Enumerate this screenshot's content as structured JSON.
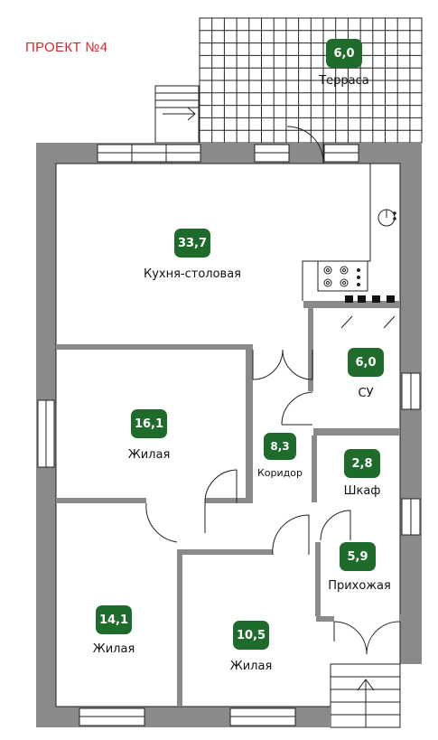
{
  "project": {
    "title": "ПРОЕКТ №4"
  },
  "colors": {
    "title": "#d9262b",
    "badge": "#1f6b2c",
    "wall": "#8a8a8a",
    "line": "#222222"
  },
  "rooms": {
    "terrace": {
      "area": "6,0",
      "name": "Терраса"
    },
    "kitchen": {
      "area": "33,7",
      "name": "Кухня-столовая"
    },
    "bath": {
      "area": "6,0",
      "name": "СУ"
    },
    "living1": {
      "area": "16,1",
      "name": "Жилая"
    },
    "corridor": {
      "area": "8,3",
      "name": "Коридор"
    },
    "closet": {
      "area": "2,8",
      "name": "Шкаф"
    },
    "hall": {
      "area": "5,9",
      "name": "Прихожая"
    },
    "living2": {
      "area": "14,1",
      "name": "Жилая"
    },
    "living3": {
      "area": "10,5",
      "name": "Жилая"
    }
  }
}
